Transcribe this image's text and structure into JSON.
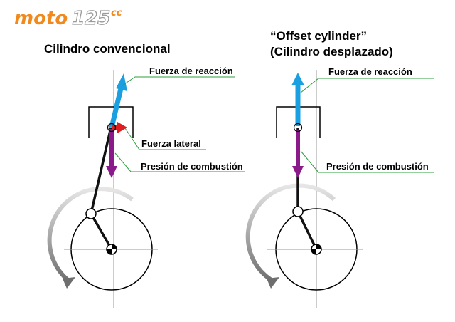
{
  "logo": {
    "text_main": "moto",
    "text_num": "125",
    "text_cc": "cc",
    "colors": {
      "orange": "#f08a1f",
      "gray": "#9a9a9a"
    }
  },
  "left": {
    "title": "Cilindro convencional",
    "labels": {
      "reaction": "Fuerza de reacción",
      "lateral": "Fuerza lateral",
      "combustion": "Presión de combustión"
    }
  },
  "right": {
    "title_line1": "“Offset cylinder”",
    "title_line2": "(Cilindro desplazado)",
    "labels": {
      "reaction": "Fuerza de reacción",
      "combustion": "Presión de combustión"
    }
  },
  "colors": {
    "reaction": "#1aa0e0",
    "combustion": "#8a1a8a",
    "lateral": "#e01e1e",
    "leader": "#2e9e3a",
    "rotation": "#8c8c8c"
  }
}
